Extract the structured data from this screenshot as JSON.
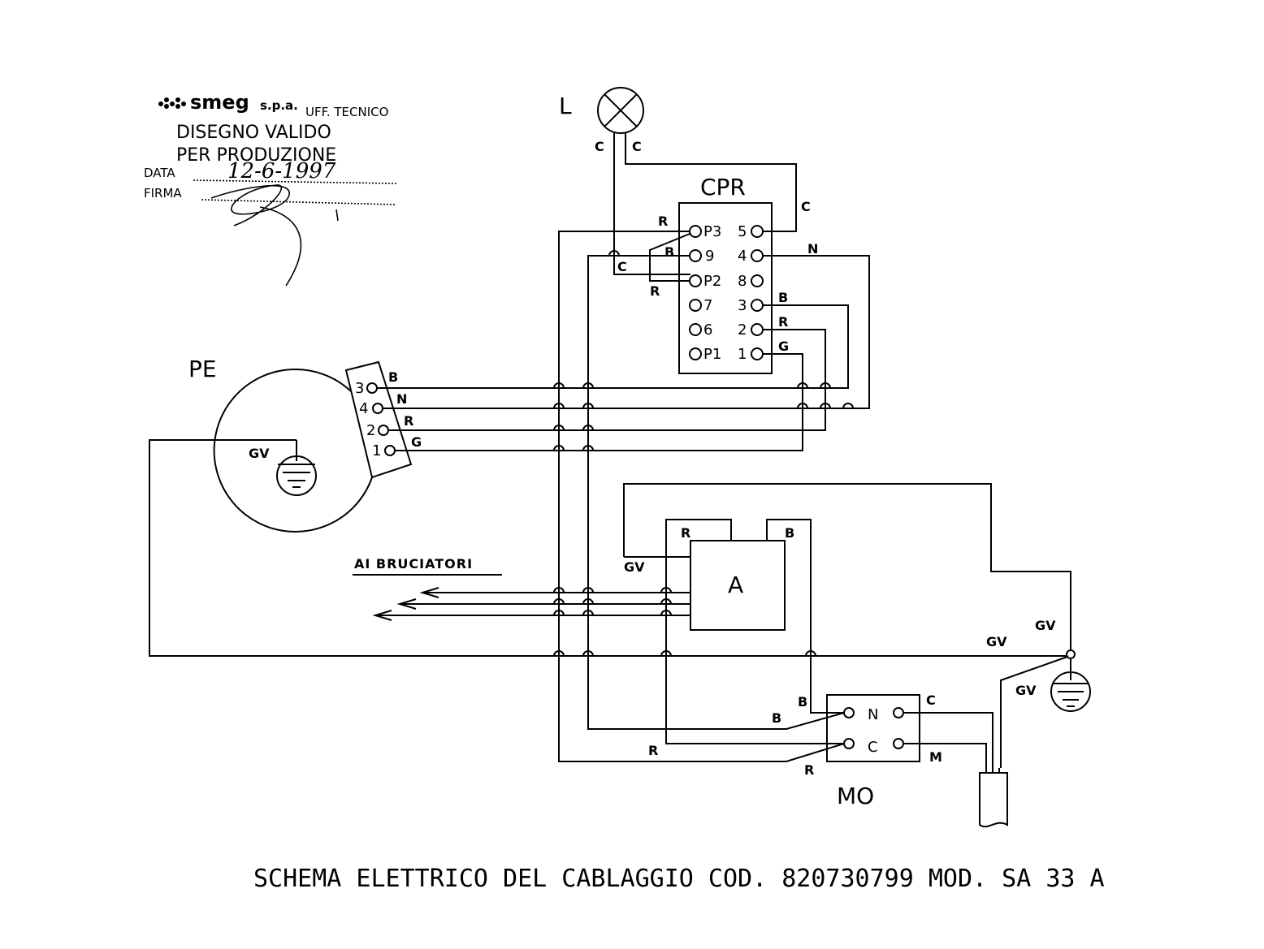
{
  "stamp": {
    "brand": "smeg",
    "company": "s.p.a.",
    "dept": "UFF. TECNICO",
    "line1": "DISEGNO VALIDO",
    "line2": "PER PRODUZIONE",
    "data_label": "DATA",
    "firma_label": "FIRMA",
    "date_value": "12-6-1997"
  },
  "components": {
    "lamp": "L",
    "switch": "CPR",
    "thermostat": "PE",
    "igniter": "A",
    "terminal_block": "MO"
  },
  "cpr_left_pins": [
    "P3",
    "9",
    "P2",
    "7",
    "6",
    "P1"
  ],
  "cpr_right_pins": [
    "5",
    "4",
    "8",
    "3",
    "2",
    "1"
  ],
  "pe_pins": [
    "3",
    "4",
    "2",
    "1"
  ],
  "mo_terminals": [
    "N",
    "C"
  ],
  "wire_labels": {
    "c": "C",
    "n": "N",
    "b": "B",
    "r": "R",
    "g": "G",
    "m": "M",
    "gv": "GV"
  },
  "burners_label": "AI BRUCIATORI",
  "title": "SCHEMA ELETTRICO DEL CABLAGGIO COD. 820730799 MOD. SA 33 A"
}
